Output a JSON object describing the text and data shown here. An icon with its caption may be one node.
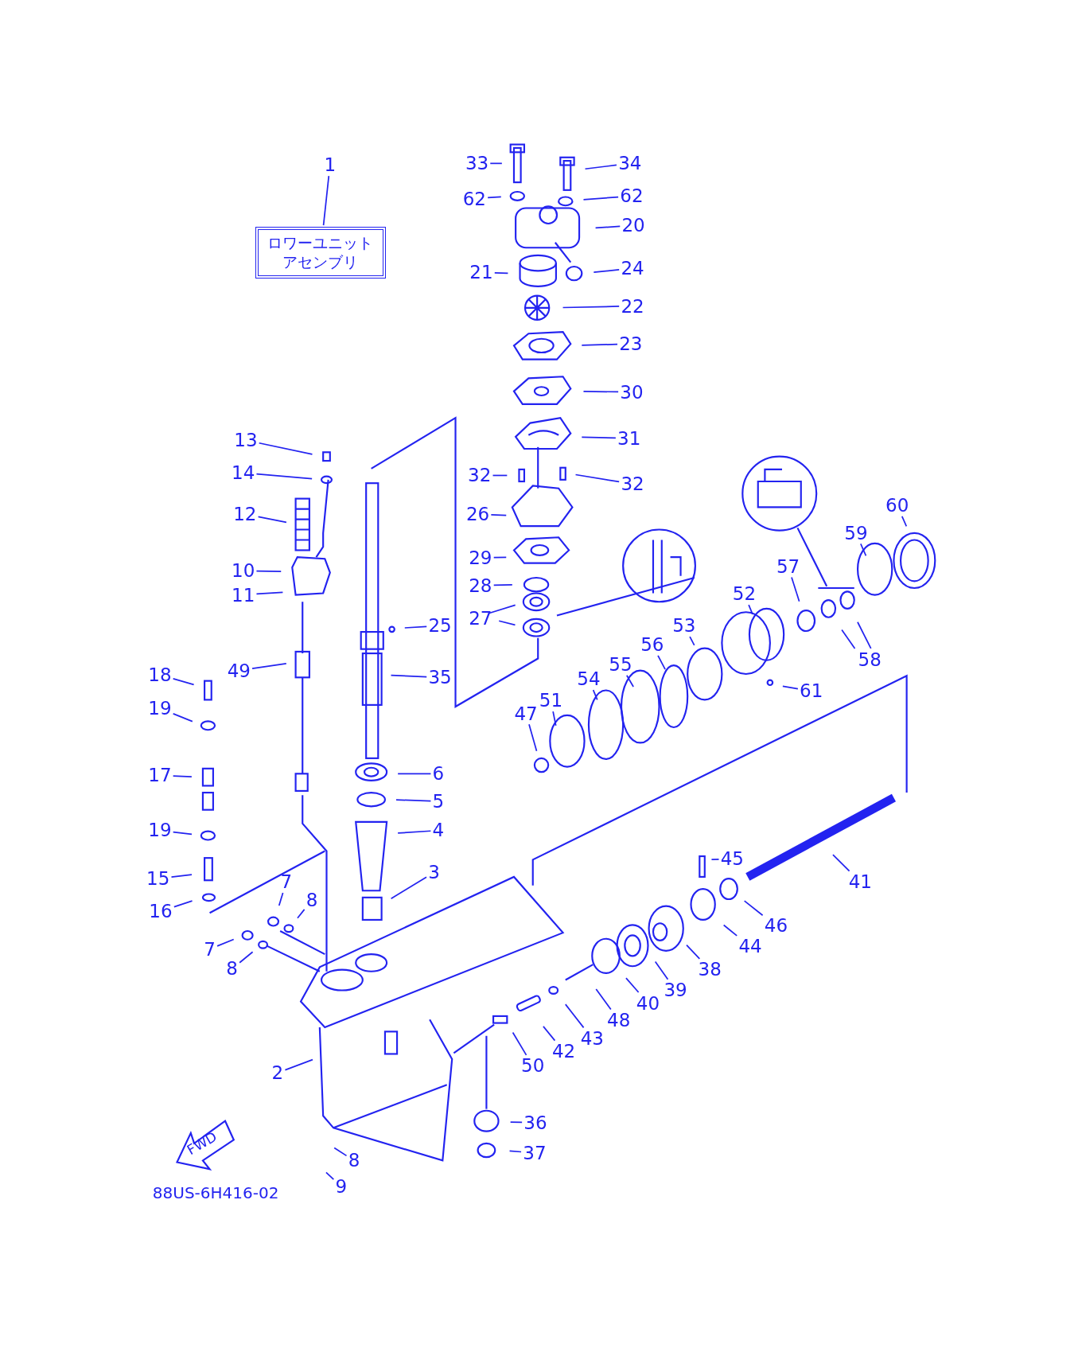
{
  "diagram": {
    "nodes": [
      {
        "text": [
          "ロワーユニットアセンブリ"
        ]
      },
      {
        "text": [
          "1"
        ]
      },
      {
        "text": [
          "33"
        ]
      },
      {
        "text": [
          "34"
        ]
      },
      {
        "text": [
          "62"
        ]
      },
      {
        "text": [
          "62"
        ]
      },
      {
        "text": [
          "20"
        ]
      },
      {
        "text": [
          "21"
        ]
      },
      {
        "text": [
          "24"
        ]
      },
      {
        "text": [
          "22"
        ]
      },
      {
        "text": [
          "23"
        ]
      },
      {
        "text": [
          "30"
        ]
      },
      {
        "text": [
          "31"
        ]
      },
      {
        "text": [
          "32"
        ]
      },
      {
        "text": [
          "32"
        ]
      },
      {
        "text": [
          "26"
        ]
      },
      {
        "text": [
          "29"
        ]
      },
      {
        "text": [
          "28"
        ]
      },
      {
        "text": [
          "27"
        ]
      },
      {
        "text": [
          "25"
        ]
      },
      {
        "text": [
          "35"
        ]
      },
      {
        "text": [
          "13"
        ]
      },
      {
        "text": [
          "14"
        ]
      },
      {
        "text": [
          "12"
        ]
      },
      {
        "text": [
          "10"
        ]
      },
      {
        "text": [
          "11"
        ]
      },
      {
        "text": [
          "49"
        ]
      },
      {
        "text": [
          "18"
        ]
      },
      {
        "text": [
          "19"
        ]
      },
      {
        "text": [
          "17"
        ]
      },
      {
        "text": [
          "19"
        ]
      },
      {
        "text": [
          "15"
        ]
      },
      {
        "text": [
          "16"
        ]
      },
      {
        "text": [
          "6"
        ]
      },
      {
        "text": [
          "5"
        ]
      },
      {
        "text": [
          "4"
        ]
      },
      {
        "text": [
          "3"
        ]
      },
      {
        "text": [
          "7"
        ]
      },
      {
        "text": [
          "8"
        ]
      },
      {
        "text": [
          "7"
        ]
      },
      {
        "text": [
          "8"
        ]
      },
      {
        "text": [
          "2"
        ]
      },
      {
        "text": [
          "47"
        ]
      },
      {
        "text": [
          "51"
        ]
      },
      {
        "text": [
          "54"
        ]
      },
      {
        "text": [
          "55"
        ]
      },
      {
        "text": [
          "56"
        ]
      },
      {
        "text": [
          "53"
        ]
      },
      {
        "text": [
          "52"
        ]
      },
      {
        "text": [
          "57"
        ]
      },
      {
        "text": [
          "58"
        ]
      },
      {
        "text": [
          "59"
        ]
      },
      {
        "text": [
          "60"
        ]
      },
      {
        "text": [
          "61"
        ]
      },
      {
        "text": [
          "45"
        ]
      },
      {
        "text": [
          "41"
        ]
      },
      {
        "text": [
          "46"
        ]
      },
      {
        "text": [
          "44"
        ]
      },
      {
        "text": [
          "38"
        ]
      },
      {
        "text": [
          "39"
        ]
      },
      {
        "text": [
          "40"
        ]
      },
      {
        "text": [
          "48"
        ]
      },
      {
        "text": [
          "43"
        ]
      },
      {
        "text": [
          "42"
        ]
      },
      {
        "text": [
          "50"
        ]
      },
      {
        "text": [
          "36"
        ]
      },
      {
        "text": [
          "37"
        ]
      },
      {
        "text": [
          "9"
        ]
      },
      {
        "text": [
          "8"
        ]
      }
    ],
    "edges": [
      {
        "from": 1,
        "to": 0,
        "arrow": "none"
      },
      {
        "from": 2,
        "to": null,
        "arrow": "none"
      },
      {
        "from": 3,
        "to": null,
        "arrow": "none"
      },
      {
        "from": 4,
        "to": null,
        "arrow": "none"
      },
      {
        "from": 5,
        "to": null,
        "arrow": "none"
      },
      {
        "from": 6,
        "to": null,
        "arrow": "none"
      },
      {
        "from": 7,
        "to": null,
        "arrow": "none"
      },
      {
        "from": 8,
        "to": null,
        "arrow": "none"
      },
      {
        "from": 9,
        "to": null,
        "arrow": "none"
      },
      {
        "from": 10,
        "to": null,
        "arrow": "none"
      },
      {
        "from": 11,
        "to": null,
        "arrow": "none"
      },
      {
        "from": 12,
        "to": null,
        "arrow": "none"
      },
      {
        "from": 13,
        "to": null,
        "arrow": "none"
      },
      {
        "from": 14,
        "to": null,
        "arrow": "none"
      },
      {
        "from": 15,
        "to": null,
        "arrow": "none"
      },
      {
        "from": 16,
        "to": null,
        "arrow": "none"
      },
      {
        "from": 17,
        "to": null,
        "arrow": "none"
      },
      {
        "from": 18,
        "to": null,
        "arrow": "none"
      },
      {
        "from": 18,
        "to": null,
        "arrow": "none"
      },
      {
        "from": 19,
        "to": null,
        "arrow": "none"
      },
      {
        "from": 20,
        "to": null,
        "arrow": "none"
      },
      {
        "from": 21,
        "to": null,
        "arrow": "none"
      },
      {
        "from": 22,
        "to": null,
        "arrow": "none"
      },
      {
        "from": 23,
        "to": null,
        "arrow": "none"
      },
      {
        "from": 24,
        "to": null,
        "arrow": "none"
      },
      {
        "from": 25,
        "to": null,
        "arrow": "none"
      },
      {
        "from": 26,
        "to": null,
        "arrow": "none"
      },
      {
        "from": 27,
        "to": null,
        "arrow": "none"
      },
      {
        "from": 28,
        "to": null,
        "arrow": "none"
      },
      {
        "from": 29,
        "to": null,
        "arrow": "none"
      },
      {
        "from": 30,
        "to": null,
        "arrow": "none"
      },
      {
        "from": 31,
        "to": null,
        "arrow": "none"
      },
      {
        "from": 32,
        "to": null,
        "arrow": "none"
      },
      {
        "from": 33,
        "to": null,
        "arrow": "none"
      },
      {
        "from": 34,
        "to": null,
        "arrow": "none"
      },
      {
        "from": 35,
        "to": null,
        "arrow": "none"
      },
      {
        "from": 36,
        "to": null,
        "arrow": "none"
      },
      {
        "from": 37,
        "to": null,
        "arrow": "none"
      },
      {
        "from": 38,
        "to": null,
        "arrow": "none"
      },
      {
        "from": 39,
        "to": null,
        "arrow": "none"
      },
      {
        "from": 40,
        "to": null,
        "arrow": "none"
      },
      {
        "from": 41,
        "to": null,
        "arrow": "none"
      },
      {
        "from": 42,
        "to": null,
        "arrow": "none"
      },
      {
        "from": 43,
        "to": null,
        "arrow": "none"
      },
      {
        "from": 44,
        "to": null,
        "arrow": "none"
      },
      {
        "from": 45,
        "to": null,
        "arrow": "none"
      },
      {
        "from": 46,
        "to": null,
        "arrow": "none"
      },
      {
        "from": 47,
        "to": null,
        "arrow": "none"
      },
      {
        "from": 48,
        "to": null,
        "arrow": "none"
      },
      {
        "from": 49,
        "to": null,
        "arrow": "none"
      },
      {
        "from": 50,
        "to": null,
        "arrow": "none"
      },
      {
        "from": 50,
        "to": null,
        "arrow": "none"
      },
      {
        "from": 51,
        "to": null,
        "arrow": "none"
      },
      {
        "from": 52,
        "to": null,
        "arrow": "none"
      },
      {
        "from": 53,
        "to": null,
        "arrow": "none"
      },
      {
        "from": 54,
        "to": null,
        "arrow": "none"
      },
      {
        "from": 55,
        "to": null,
        "arrow": "none"
      },
      {
        "from": 56,
        "to": null,
        "arrow": "none"
      },
      {
        "from": 57,
        "to": null,
        "arrow": "none"
      },
      {
        "from": 58,
        "to": null,
        "arrow": "none"
      },
      {
        "from": 59,
        "to": null,
        "arrow": "none"
      },
      {
        "from": 60,
        "to": null,
        "arrow": "none"
      },
      {
        "from": 61,
        "to": null,
        "arrow": "none"
      },
      {
        "from": 62,
        "to": null,
        "arrow": "none"
      },
      {
        "from": 63,
        "to": null,
        "arrow": "none"
      },
      {
        "from": 64,
        "to": null,
        "arrow": "none"
      },
      {
        "from": 65,
        "to": null,
        "arrow": "none"
      },
      {
        "from": 66,
        "to": null,
        "arrow": "none"
      },
      {
        "from": 67,
        "to": null,
        "arrow": "none"
      },
      {
        "from": 68,
        "to": null,
        "arrow": "none"
      }
    ],
    "labels": [
      "FWD",
      "88US-6H416-02"
    ]
  }
}
